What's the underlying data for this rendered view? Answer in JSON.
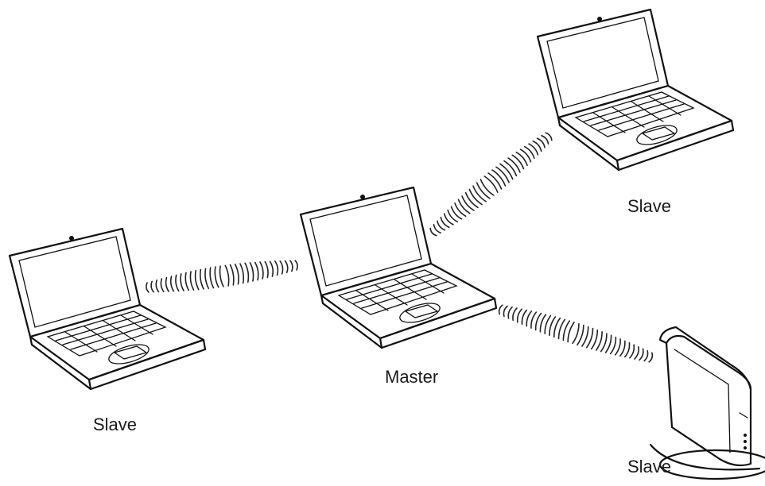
{
  "diagram": {
    "nodes": [
      {
        "id": "master",
        "kind": "laptop",
        "label": "Master"
      },
      {
        "id": "slave-left",
        "kind": "laptop",
        "label": "Slave"
      },
      {
        "id": "slave-top-right",
        "kind": "laptop",
        "label": "Slave"
      },
      {
        "id": "slave-bottom-right",
        "kind": "access-point",
        "label": "Slave"
      }
    ],
    "links": [
      {
        "from": "master",
        "to": "slave-left",
        "style": "wireless"
      },
      {
        "from": "master",
        "to": "slave-top-right",
        "style": "wireless"
      },
      {
        "from": "master",
        "to": "slave-bottom-right",
        "style": "wireless"
      }
    ]
  },
  "icons": {
    "laptop": "laptop-icon",
    "access_point": "access-point-icon",
    "signal": "wireless-signal-icon"
  },
  "colors": {
    "line": "#111111",
    "background": "#ffffff"
  }
}
